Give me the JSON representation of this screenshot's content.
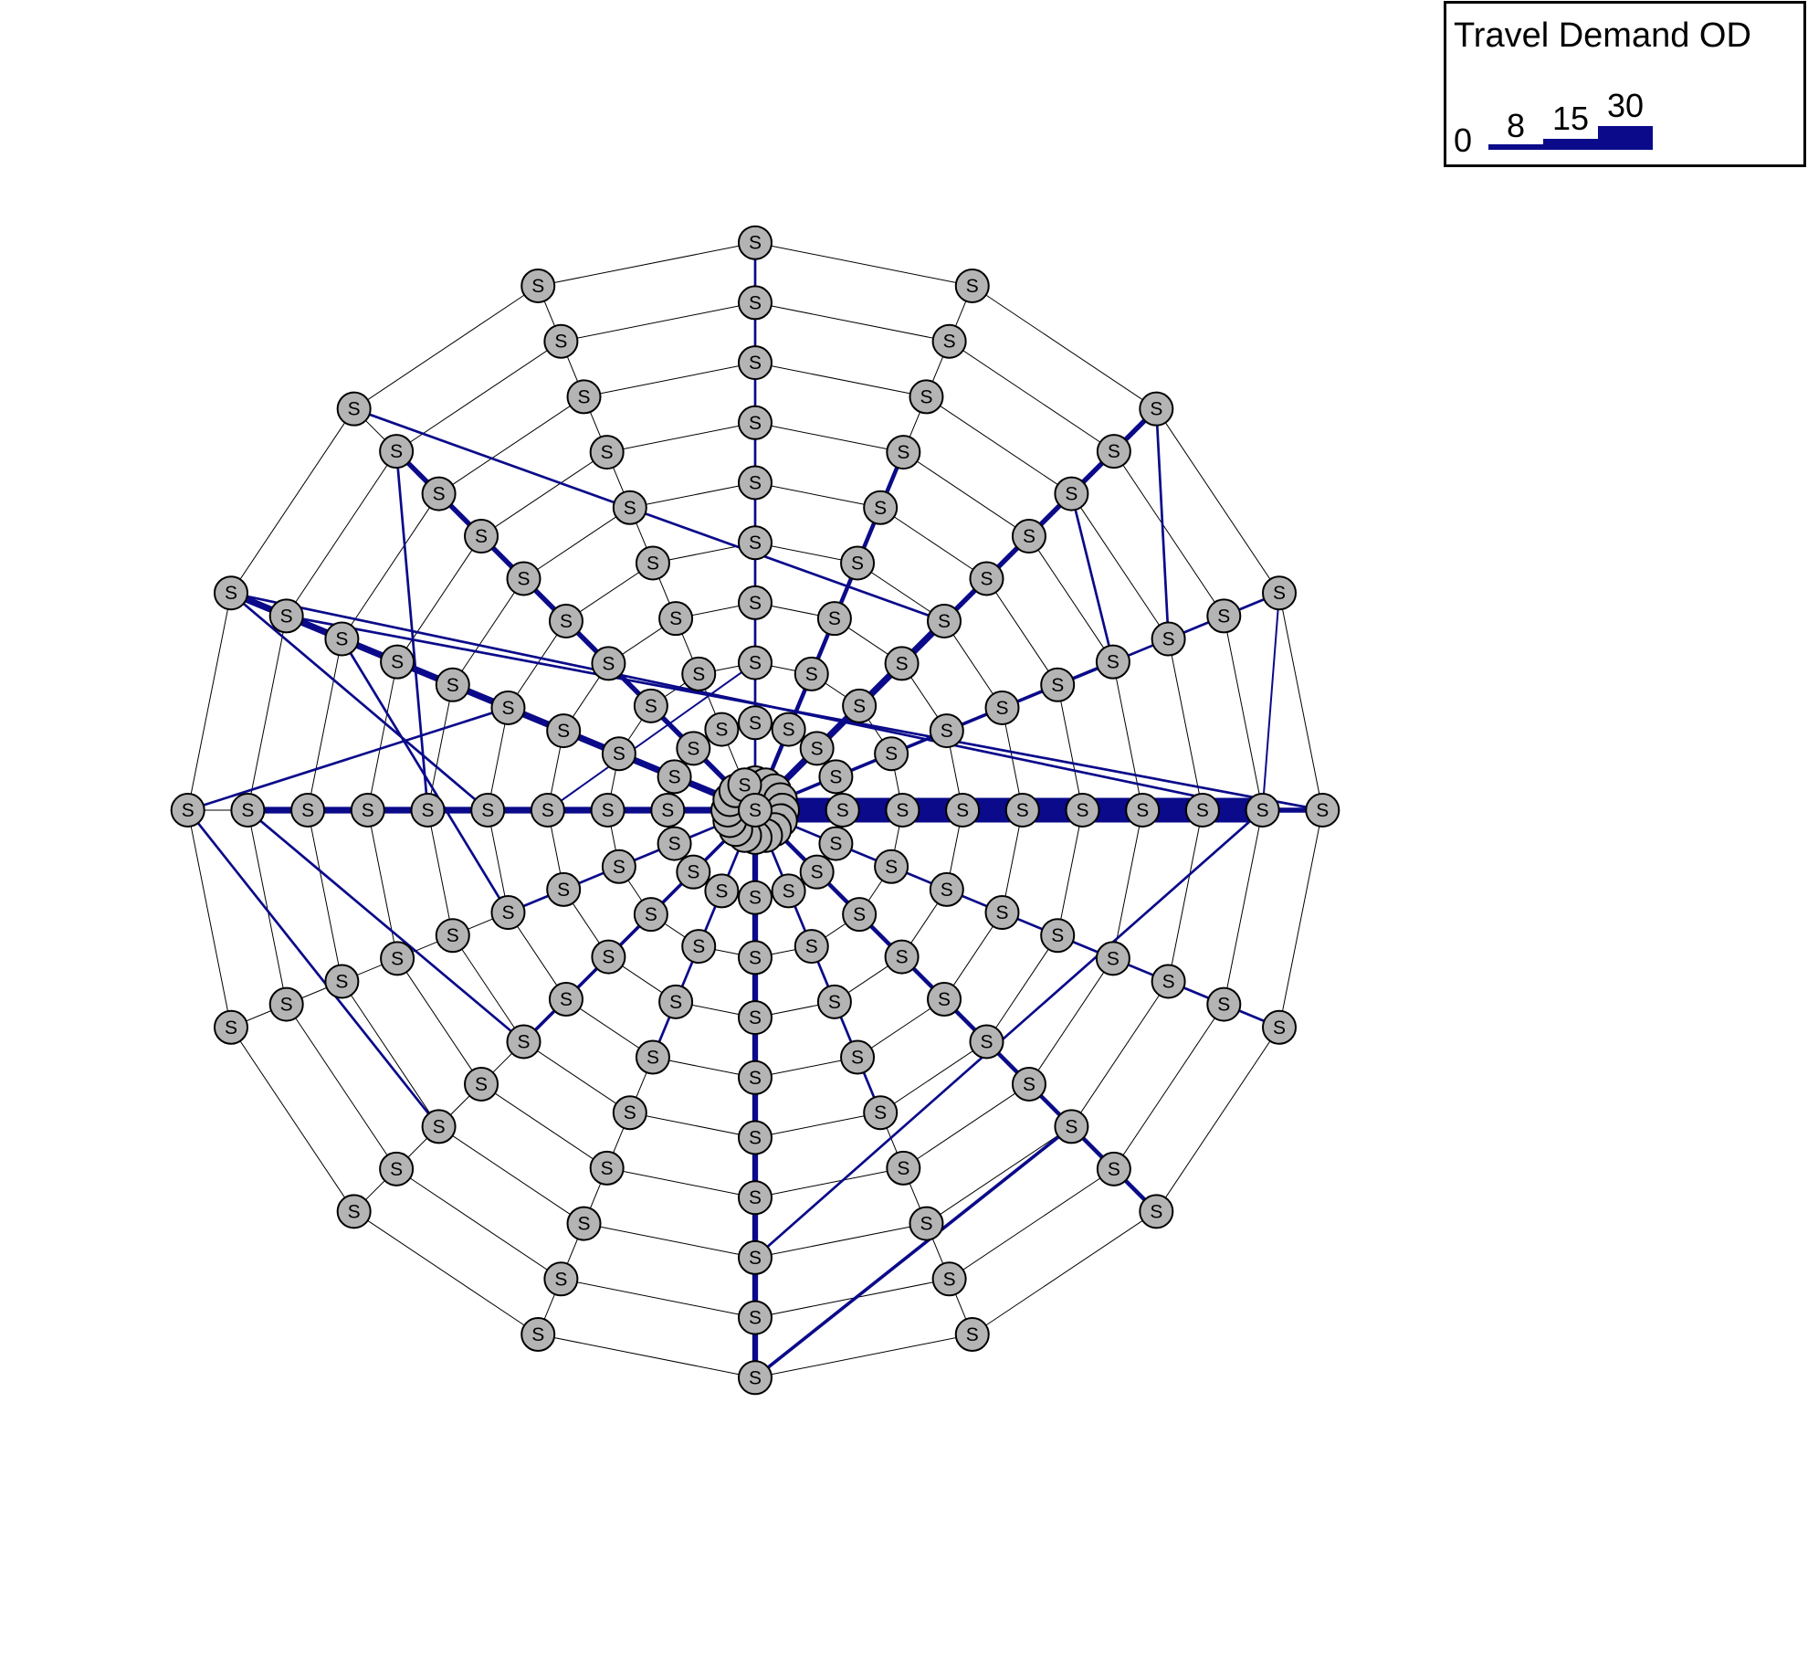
{
  "legend": {
    "title": "Travel Demand OD",
    "scale": [
      {
        "label": "0",
        "value": 0
      },
      {
        "label": "8",
        "value": 8
      },
      {
        "label": "15",
        "value": 15
      },
      {
        "label": "30",
        "value": 30
      }
    ]
  },
  "colors": {
    "demand": "#0a0a8a",
    "node_fill": "#b4b4b4",
    "node_stroke": "#000000",
    "link": "#000000",
    "background": "#ffffff"
  },
  "network": {
    "rings": 10,
    "spokes": 16,
    "center_node": "S",
    "node_label": "S"
  },
  "demand_flows": [
    {
      "from": [
        16,
        0
      ],
      "to": [
        9,
        4
      ],
      "value": 30
    },
    {
      "from": [
        16,
        0
      ],
      "to": [
        10,
        4
      ],
      "value": 6
    },
    {
      "from": [
        16,
        0
      ],
      "to": [
        10,
        2
      ],
      "value": 6
    },
    {
      "from": [
        16,
        0
      ],
      "to": [
        10,
        6
      ],
      "value": 5
    },
    {
      "from": [
        16,
        0
      ],
      "to": [
        8,
        4
      ],
      "value": 8
    },
    {
      "from": [
        16,
        0
      ],
      "to": [
        5,
        2
      ],
      "value": 8
    },
    {
      "from": [
        16,
        0
      ],
      "to": [
        10,
        5
      ],
      "value": 3
    },
    {
      "from": [
        16,
        0
      ],
      "to": [
        7,
        3
      ],
      "value": 4
    },
    {
      "from": [
        16,
        0
      ],
      "to": [
        7,
        1
      ],
      "value": 5
    },
    {
      "from": [
        16,
        0
      ],
      "to": [
        9,
        12
      ],
      "value": 8
    },
    {
      "from": [
        16,
        0
      ],
      "to": [
        10,
        13
      ],
      "value": 8
    },
    {
      "from": [
        16,
        0
      ],
      "to": [
        9,
        14
      ],
      "value": 6
    },
    {
      "from": [
        16,
        0
      ],
      "to": [
        6,
        10
      ],
      "value": 4
    },
    {
      "from": [
        16,
        0
      ],
      "to": [
        5,
        11
      ],
      "value": 3
    },
    {
      "from": [
        16,
        0
      ],
      "to": [
        10,
        8
      ],
      "value": 7
    },
    {
      "from": [
        16,
        0
      ],
      "to": [
        5,
        9
      ],
      "value": 3
    },
    {
      "from": [
        16,
        0
      ],
      "to": [
        6,
        7
      ],
      "value": 3
    },
    {
      "from": [
        16,
        0
      ],
      "to": [
        10,
        4
      ],
      "value": 4
    },
    {
      "from": [
        16,
        0
      ],
      "to": [
        4,
        0
      ],
      "value": 2
    },
    {
      "from": [
        16,
        0
      ],
      "to": [
        10,
        0
      ],
      "value": 3
    },
    {
      "from": [
        16,
        0
      ],
      "to": [
        6,
        14
      ],
      "value": 3
    },
    {
      "from": [
        16,
        0
      ],
      "to": [
        5,
        13
      ],
      "value": 4
    },
    {
      "from": [
        10,
        8
      ],
      "to": [
        5,
        8
      ],
      "value": 4
    },
    {
      "from": [
        10,
        13
      ],
      "to": [
        5,
        12
      ],
      "value": 3
    },
    {
      "from": [
        10,
        13
      ],
      "to": [
        9,
        4
      ],
      "value": 3
    },
    {
      "from": [
        9,
        14
      ],
      "to": [
        6,
        12
      ],
      "value": 3
    },
    {
      "from": [
        9,
        12
      ],
      "to": [
        6,
        10
      ],
      "value": 3
    },
    {
      "from": [
        8,
        8
      ],
      "to": [
        9,
        4
      ],
      "value": 3
    },
    {
      "from": [
        10,
        14
      ],
      "to": [
        5,
        2
      ],
      "value": 3
    },
    {
      "from": [
        7,
        4
      ],
      "to": [
        9,
        4
      ],
      "value": 3
    },
    {
      "from": [
        8,
        2
      ],
      "to": [
        7,
        3
      ],
      "value": 3
    },
    {
      "from": [
        10,
        3
      ],
      "to": [
        9,
        4
      ],
      "value": 2
    },
    {
      "from": [
        10,
        2
      ],
      "to": [
        8,
        3
      ],
      "value": 3
    },
    {
      "from": [
        10,
        3
      ],
      "to": [
        6,
        3
      ],
      "value": 3
    },
    {
      "from": [
        9,
        13
      ],
      "to": [
        10,
        4
      ],
      "value": 3
    },
    {
      "from": [
        10,
        8
      ],
      "to": [
        8,
        6
      ],
      "value": 4
    },
    {
      "from": [
        10,
        12
      ],
      "to": [
        5,
        13
      ],
      "value": 3
    },
    {
      "from": [
        8,
        13
      ],
      "to": [
        5,
        11
      ],
      "value": 3
    },
    {
      "from": [
        10,
        12
      ],
      "to": [
        8,
        10
      ],
      "value": 3
    },
    {
      "from": [
        3,
        0
      ],
      "to": [
        4,
        12
      ],
      "value": 2
    }
  ]
}
